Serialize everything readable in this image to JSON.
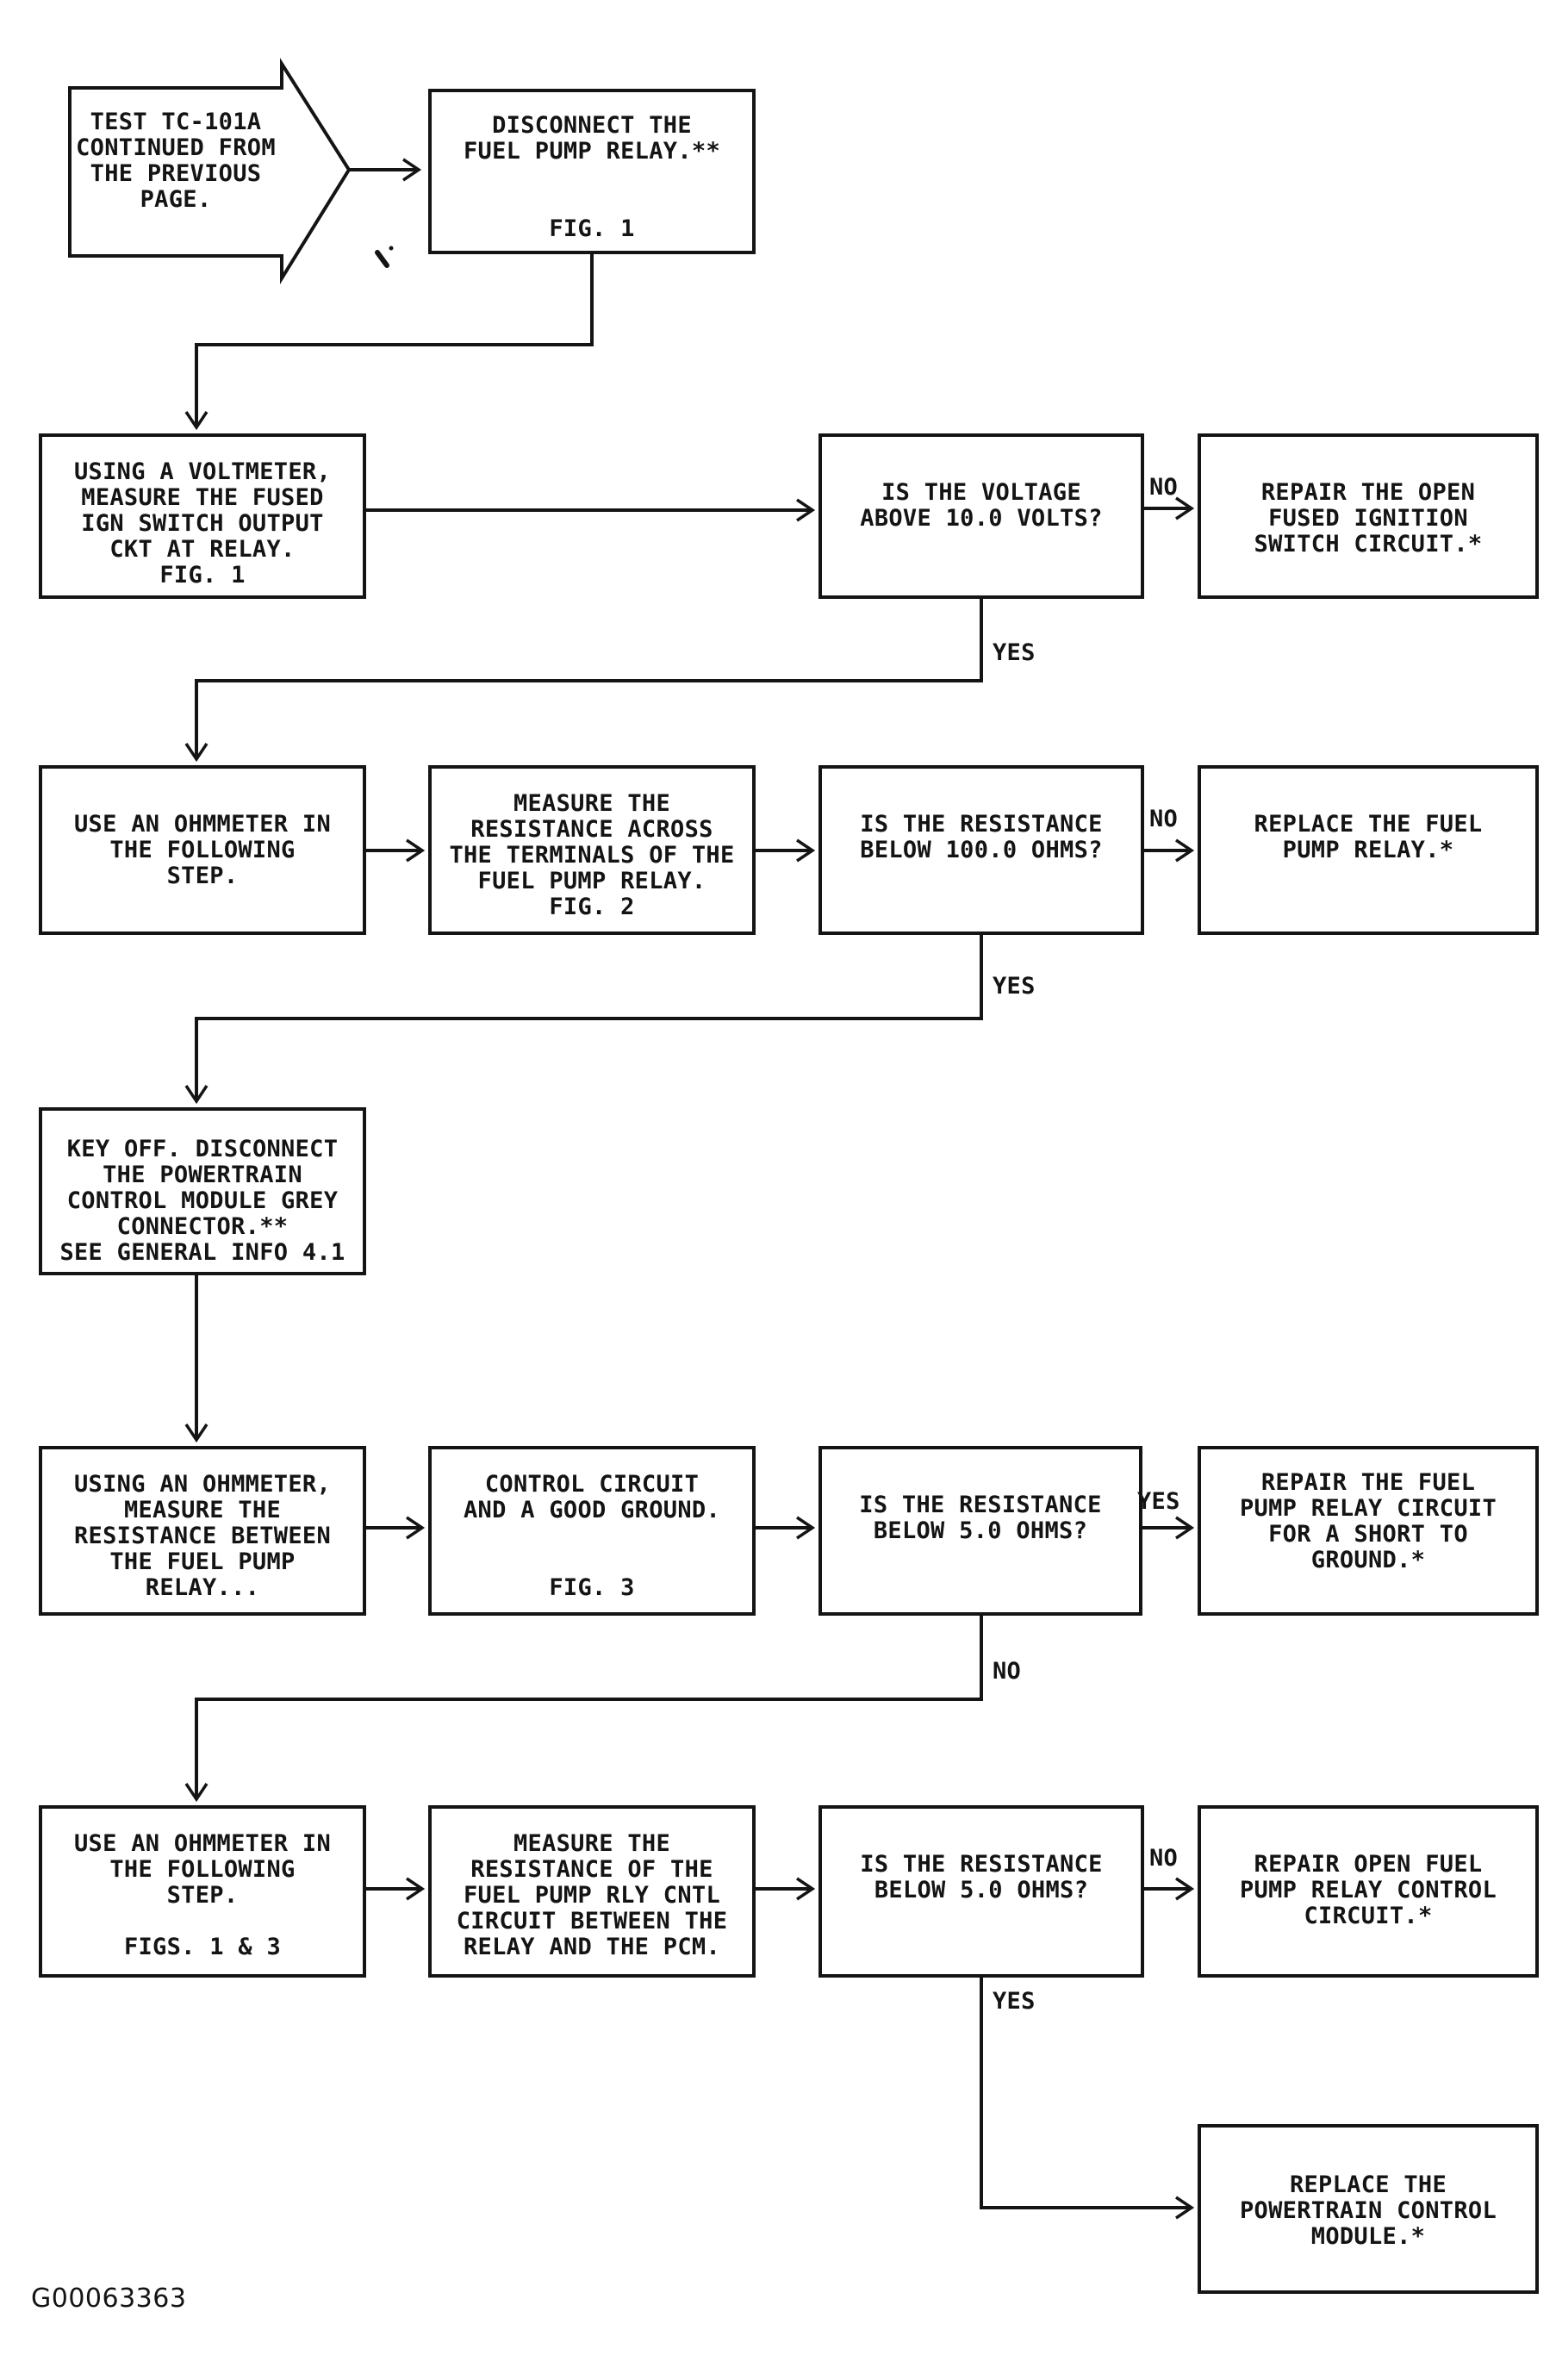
{
  "figure_label": "G00063363",
  "entry_arrow": {
    "text": "TEST TC-101A\nCONTINUED FROM\nTHE PREVIOUS\nPAGE."
  },
  "nodes": {
    "disconnect_relay": {
      "text": "DISCONNECT THE\nFUEL PUMP RELAY.**\n\n\nFIG. 1"
    },
    "measure_ign_voltage": {
      "text": "USING A VOLTMETER,\nMEASURE THE FUSED\nIGN SWITCH OUTPUT\nCKT AT RELAY.\nFIG. 1"
    },
    "voltage_above_10": {
      "text": "IS THE VOLTAGE\nABOVE 10.0 VOLTS?"
    },
    "repair_fused_ign": {
      "text": "REPAIR THE OPEN\nFUSED IGNITION\nSWITCH CIRCUIT.*"
    },
    "use_ohmmeter_1": {
      "text": "USE AN OHMMETER IN\nTHE FOLLOWING\nSTEP."
    },
    "measure_relay_terminals": {
      "text": "MEASURE THE\nRESISTANCE ACROSS\nTHE TERMINALS OF THE\nFUEL PUMP RELAY.\nFIG. 2"
    },
    "resistance_below_100": {
      "text": "IS THE RESISTANCE\nBELOW 100.0 OHMS?"
    },
    "replace_fuel_pump_relay": {
      "text": "REPLACE THE FUEL\nPUMP RELAY.*"
    },
    "key_off_disconnect_pcm": {
      "text": "KEY OFF. DISCONNECT\nTHE POWERTRAIN\nCONTROL MODULE GREY\nCONNECTOR.**\nSEE GENERAL INFO 4.1"
    },
    "measure_between_relay": {
      "text": "USING AN OHMMETER,\nMEASURE THE\nRESISTANCE BETWEEN\nTHE FUEL PUMP\nRELAY..."
    },
    "control_circuit_ground": {
      "text": "CONTROL CIRCUIT\nAND A GOOD GROUND.\n\n\nFIG. 3"
    },
    "resistance_below_5_a": {
      "text": "IS THE RESISTANCE\nBELOW 5.0 OHMS?"
    },
    "repair_short_to_ground": {
      "text": "REPAIR THE FUEL\nPUMP RELAY CIRCUIT\nFOR A SHORT TO\nGROUND.*"
    },
    "use_ohmmeter_2": {
      "text": "USE AN OHMMETER IN\nTHE FOLLOWING\nSTEP.\n\nFIGS. 1 & 3"
    },
    "measure_cntl_circuit": {
      "text": "MEASURE THE\nRESISTANCE OF THE\nFUEL PUMP RLY CNTL\nCIRCUIT BETWEEN THE\nRELAY AND THE PCM."
    },
    "resistance_below_5_b": {
      "text": "IS THE RESISTANCE\nBELOW 5.0 OHMS?"
    },
    "repair_open_control": {
      "text": "REPAIR OPEN FUEL\nPUMP RELAY CONTROL\nCIRCUIT.*"
    },
    "replace_pcm": {
      "text": "REPLACE THE\nPOWERTRAIN CONTROL\nMODULE.*"
    }
  },
  "edge_labels": {
    "voltage_no": "NO",
    "voltage_yes": "YES",
    "res100_no": "NO",
    "res100_yes": "YES",
    "res5a_yes": "YES",
    "res5a_no": "NO",
    "res5b_no": "NO",
    "res5b_yes": "YES"
  }
}
